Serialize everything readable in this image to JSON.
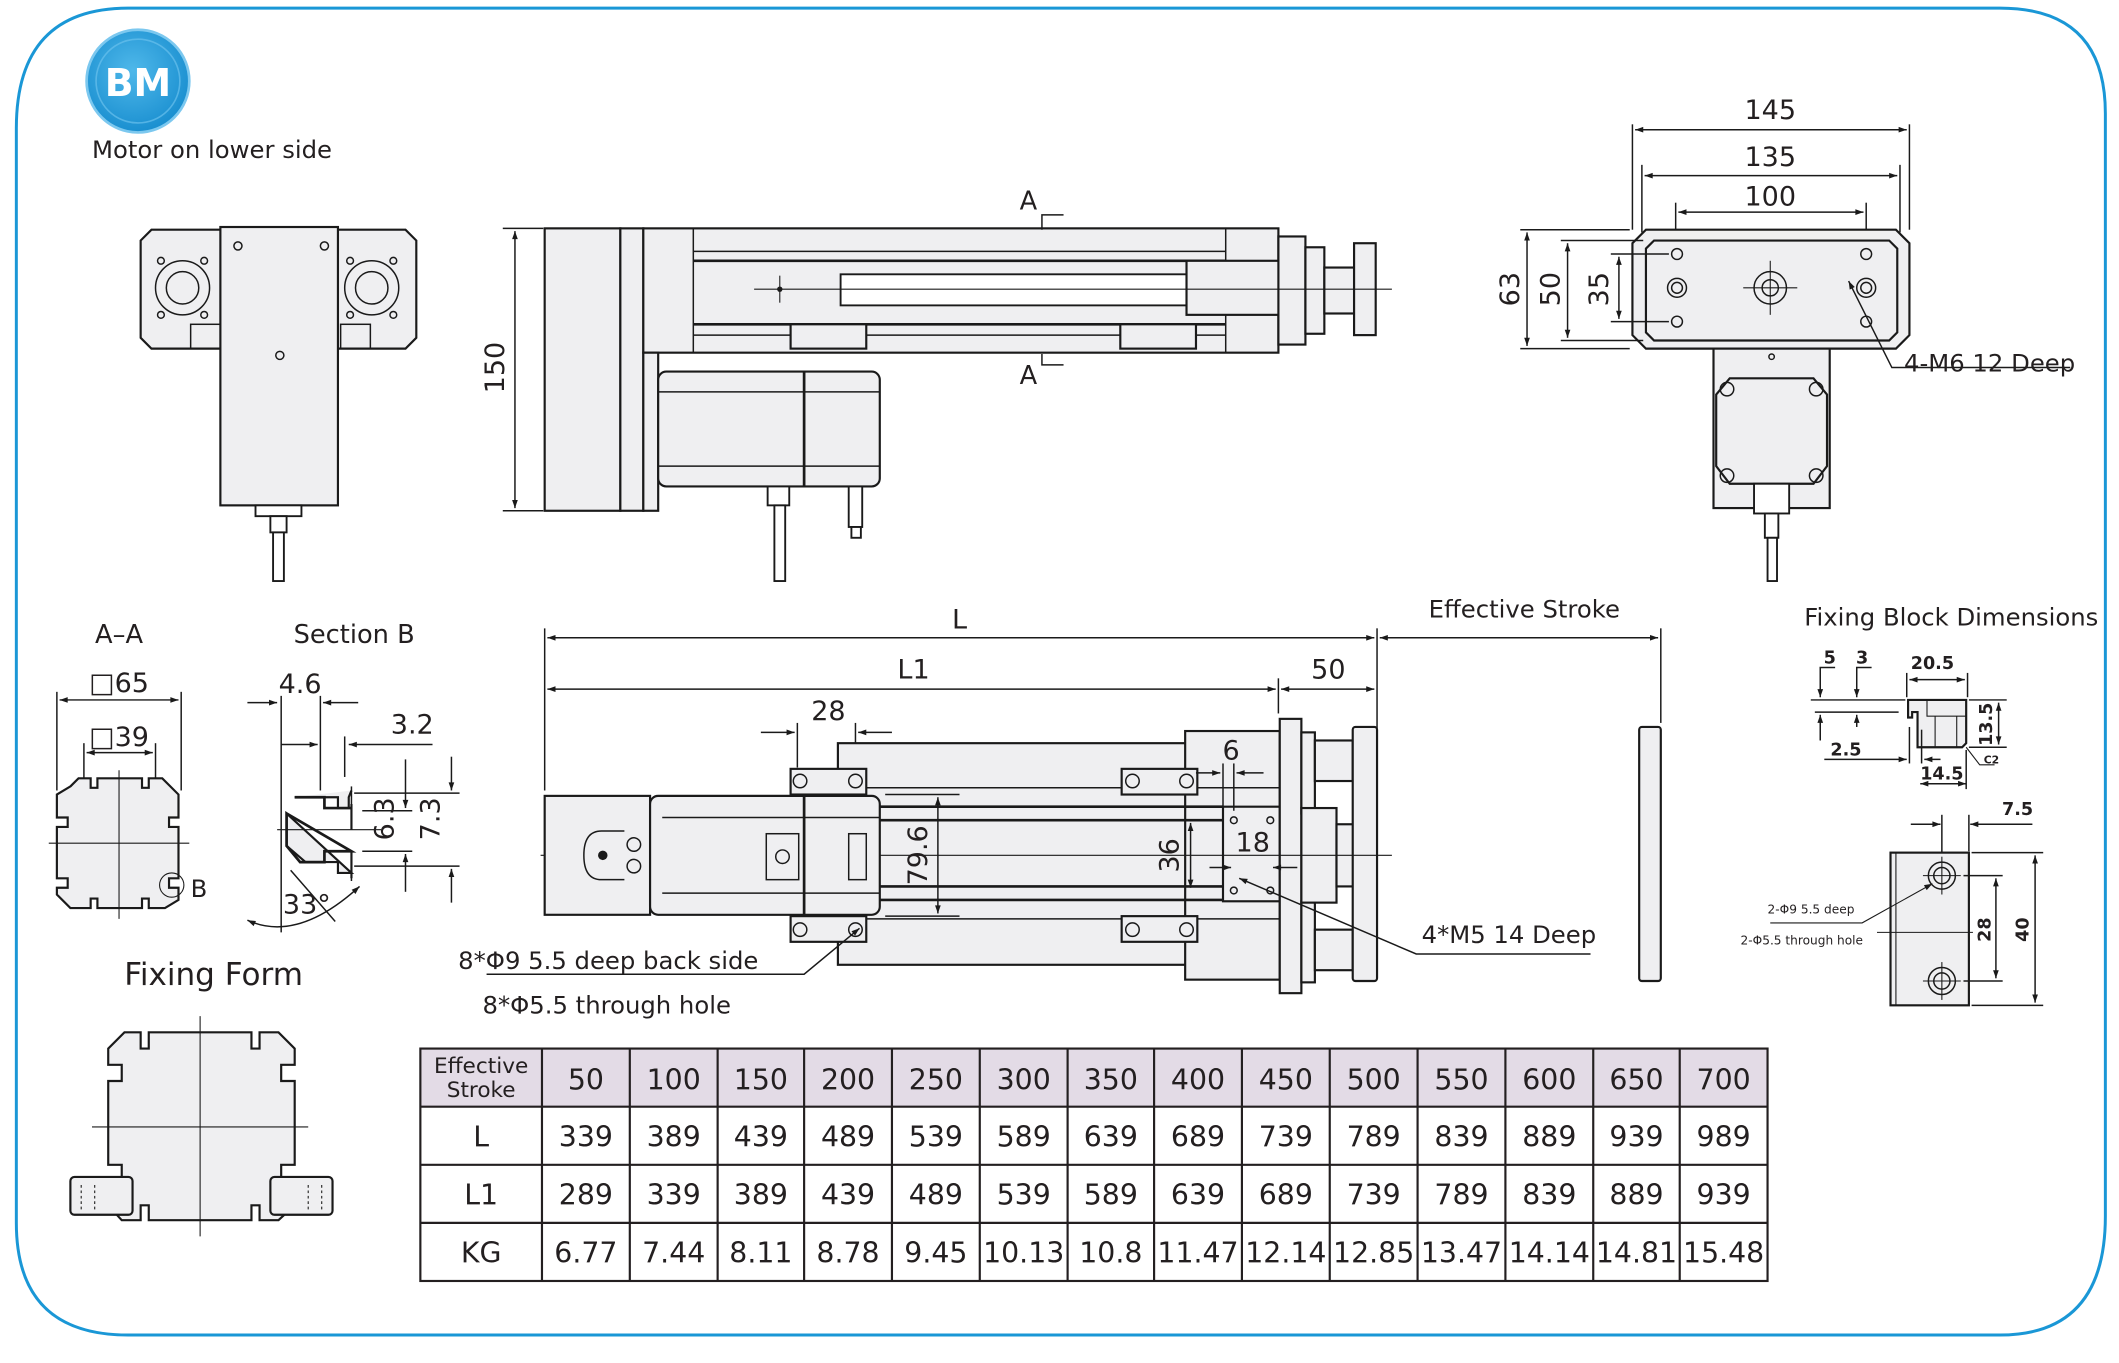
{
  "badge": {
    "text": "BM",
    "color": "#2a9fd8"
  },
  "subtitle": "Motor on lower side",
  "frame_color": "#1a97d6",
  "side_view": {
    "height_dim": "150",
    "section_mark_top": "A",
    "section_mark_bottom": "A"
  },
  "end_view": {
    "width_145": "145",
    "width_135": "135",
    "width_100": "100",
    "height_63": "63",
    "height_50": "50",
    "height_35": "35",
    "tapped_holes": "4-M6  12 Deep"
  },
  "section_aa": {
    "title": "A–A",
    "outer": "□65",
    "inner": "□39",
    "detail_mark": "B"
  },
  "section_b": {
    "title": "Section B",
    "d1": "4.6",
    "d2": "3.2",
    "d3": "6.3",
    "d4": "7.3",
    "angle": "33°"
  },
  "plan_view": {
    "L": "L",
    "L1": "L1",
    "end_len": "50",
    "effective_stroke": "Effective Stroke",
    "block_pitch": "28",
    "rail_span": "79.6",
    "hole_x": "6",
    "hole_pitch_x": "18",
    "hole_pitch_y": "36",
    "note_counterbore": "8*Φ9 5.5 deep  back side",
    "note_through": "8*Φ5.5 through hole",
    "note_tapped": "4*M5  14 Deep"
  },
  "fixing_form": {
    "title": "Fixing Form"
  },
  "fixing_block": {
    "title": "Fixing Block Dimensions",
    "d5": "5",
    "d3": "3",
    "d20_5": "20.5",
    "d13_5": "13.5",
    "d2_5": "2.5",
    "d14_5": "14.5",
    "chamfer": "C2",
    "d7_5": "7.5",
    "d28": "28",
    "d40": "40",
    "note_counterbore": "2-Φ9  5.5 deep",
    "note_through": "2-Φ5.5 through hole"
  },
  "spec_table": {
    "header_label": [
      "Effective",
      "Stroke"
    ],
    "strokes": [
      "50",
      "100",
      "150",
      "200",
      "250",
      "300",
      "350",
      "400",
      "450",
      "500",
      "550",
      "600",
      "650",
      "700"
    ],
    "rows": [
      {
        "label": "L",
        "values": [
          "339",
          "389",
          "439",
          "489",
          "539",
          "589",
          "639",
          "689",
          "739",
          "789",
          "839",
          "889",
          "939",
          "989"
        ]
      },
      {
        "label": "L1",
        "values": [
          "289",
          "339",
          "389",
          "439",
          "489",
          "539",
          "589",
          "639",
          "689",
          "739",
          "789",
          "839",
          "889",
          "939"
        ]
      },
      {
        "label": "KG",
        "values": [
          "6.77",
          "7.44",
          "8.11",
          "8.78",
          "9.45",
          "10.13",
          "10.8",
          "11.47",
          "12.14",
          "12.85",
          "13.47",
          "14.14",
          "14.81",
          "15.48"
        ]
      }
    ],
    "header_fill": "#e3dbe6"
  }
}
